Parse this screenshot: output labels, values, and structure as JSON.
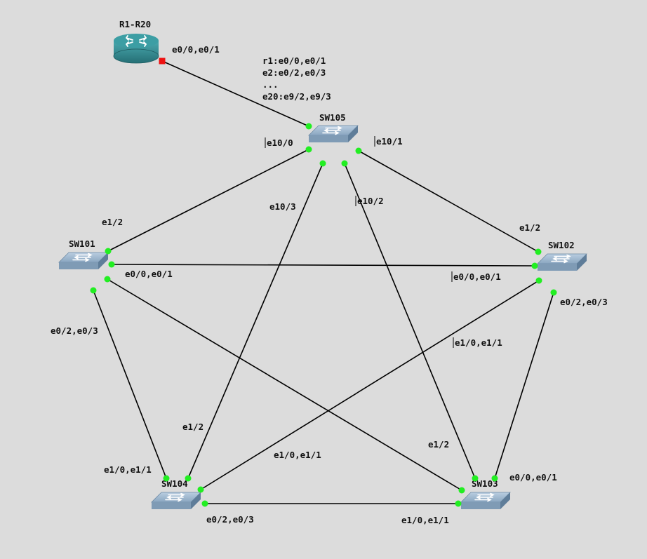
{
  "devices": {
    "router": {
      "name": "R1-R20"
    },
    "sw105": {
      "name": "SW105"
    },
    "sw101": {
      "name": "SW101"
    },
    "sw102": {
      "name": "SW102"
    },
    "sw103": {
      "name": "SW103"
    },
    "sw104": {
      "name": "SW104"
    }
  },
  "note": {
    "line1": "r1:e0/0,e0/1",
    "line2": "e2:e0/2,e0/3",
    "line3": "...",
    "line4": "e20:e9/2,e9/3"
  },
  "interfaces": {
    "r_sw105_r": "e0/0,e0/1",
    "sw105_sw101": "e10/0",
    "sw105_sw102": "e10/1",
    "sw105_sw103": "e10/2",
    "sw105_sw104": "e10/3",
    "sw101_sw105": "e1/2",
    "sw101_sw102": "e0/0,e0/1",
    "sw101_sw104": "e0/2,e0/3",
    "sw102_sw105": "e1/2",
    "sw102_sw101": "e0/0,e0/1",
    "sw102_sw103": "e0/2,e0/3",
    "sw102_sw104": "e1/0,e1/1",
    "sw103_sw105": "e1/2",
    "sw103_sw102": "e0/0,e0/1",
    "sw103_sw104": "e1/0,e1/1",
    "sw104_sw105": "e1/2",
    "sw104_sw101": "e1/0,e1/1",
    "sw104_sw103": "e0/2,e0/3",
    "sw103_sw101": "e1/0,e1/1"
  },
  "colors": {
    "background": "#dcdcdc",
    "link_dot": "#22ee22",
    "router_port": "#ee1111",
    "router_body": "#2f8f95",
    "switch_body": "#7f9bb5"
  }
}
